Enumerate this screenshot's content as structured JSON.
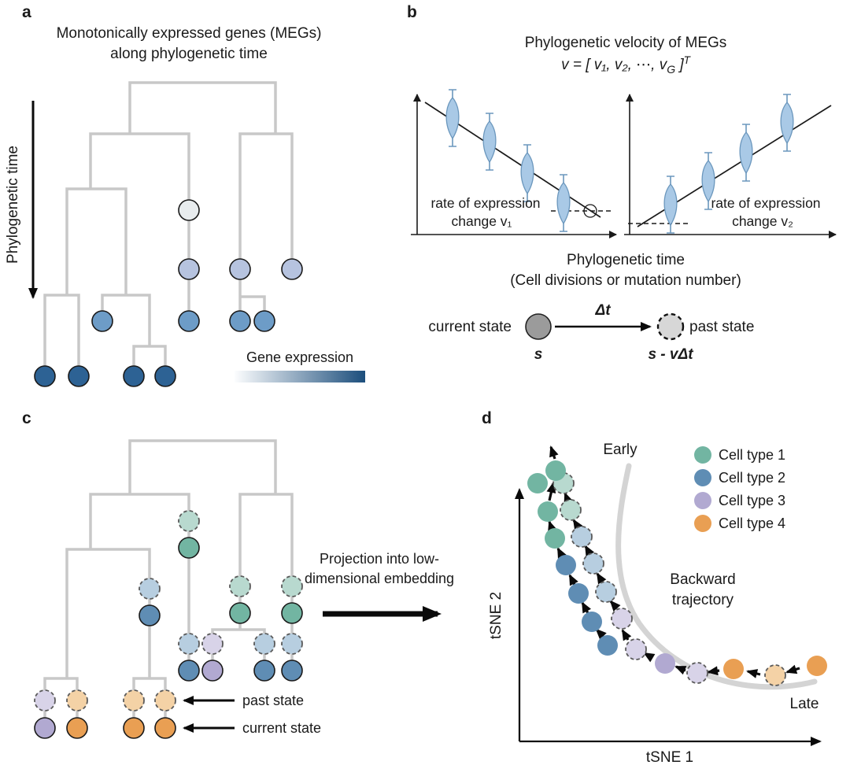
{
  "colors": {
    "teal": "#72b5a2",
    "teal_light": "#b8d9cf",
    "blue": "#5f8db4",
    "blue_light": "#b7cee0",
    "lavender": "#b1a9d1",
    "lavender_light": "#d8d3e8",
    "orange": "#e99f53",
    "orange_light": "#f4d2a6",
    "node_light": "#e8ecee",
    "node_lightblue": "#b6c3df",
    "node_medium": "#6d9cc7",
    "node_dark": "#2d6294",
    "tree_line": "#c8c8c8",
    "violin_fill": "#a9c9e6",
    "violin_stroke": "#6b97bd",
    "grad_start": "#fcfdfe",
    "grad_end": "#1c4e7c",
    "traj_gray": "#d4d4d4",
    "state_gray": "#9b9b9b",
    "state_gray_light": "#d7d7d7"
  },
  "panelA": {
    "label": "a",
    "title_line1": "Monotonically expressed genes (MEGs)",
    "title_line2": "along phylogenetic time",
    "axis_label": "Phylogenetic time",
    "colorbar_label": "Gene expression"
  },
  "panelB": {
    "label": "b",
    "title": "Phylogenetic velocity of MEGs",
    "formula_main": "v = [ v₁, v₂, ⋯, v",
    "formula_sub": "G",
    "formula_close": " ]",
    "formula_sup": "T",
    "plot1_caption_line1": "rate of expression",
    "plot1_caption_line2": "change v₁",
    "plot2_caption_line1": "rate of expression",
    "plot2_caption_line2": "change v₂",
    "xaxis_line1": "Phylogenetic time",
    "xaxis_line2": "(Cell divisions or mutation number)",
    "state": {
      "current_label": "current state",
      "current_symbol": "s",
      "delta_label": "Δt",
      "past_label": "past state",
      "past_symbol": "s - vΔt"
    }
  },
  "panelC": {
    "label": "c",
    "past_state_label": "past state",
    "current_state_label": "current state"
  },
  "projection": {
    "line1": "Projection into low-",
    "line2": "dimensional embedding"
  },
  "panelD": {
    "label": "d",
    "legend": [
      {
        "label": "Cell type 1",
        "color": "teal"
      },
      {
        "label": "Cell type 2",
        "color": "blue"
      },
      {
        "label": "Cell type 3",
        "color": "lavender"
      },
      {
        "label": "Cell type 4",
        "color": "orange"
      }
    ],
    "early_label": "Early",
    "late_label": "Late",
    "trajectory_label_line1": "Backward",
    "trajectory_label_line2": "trajectory",
    "xlabel": "tSNE 1",
    "ylabel": "tSNE 2"
  }
}
